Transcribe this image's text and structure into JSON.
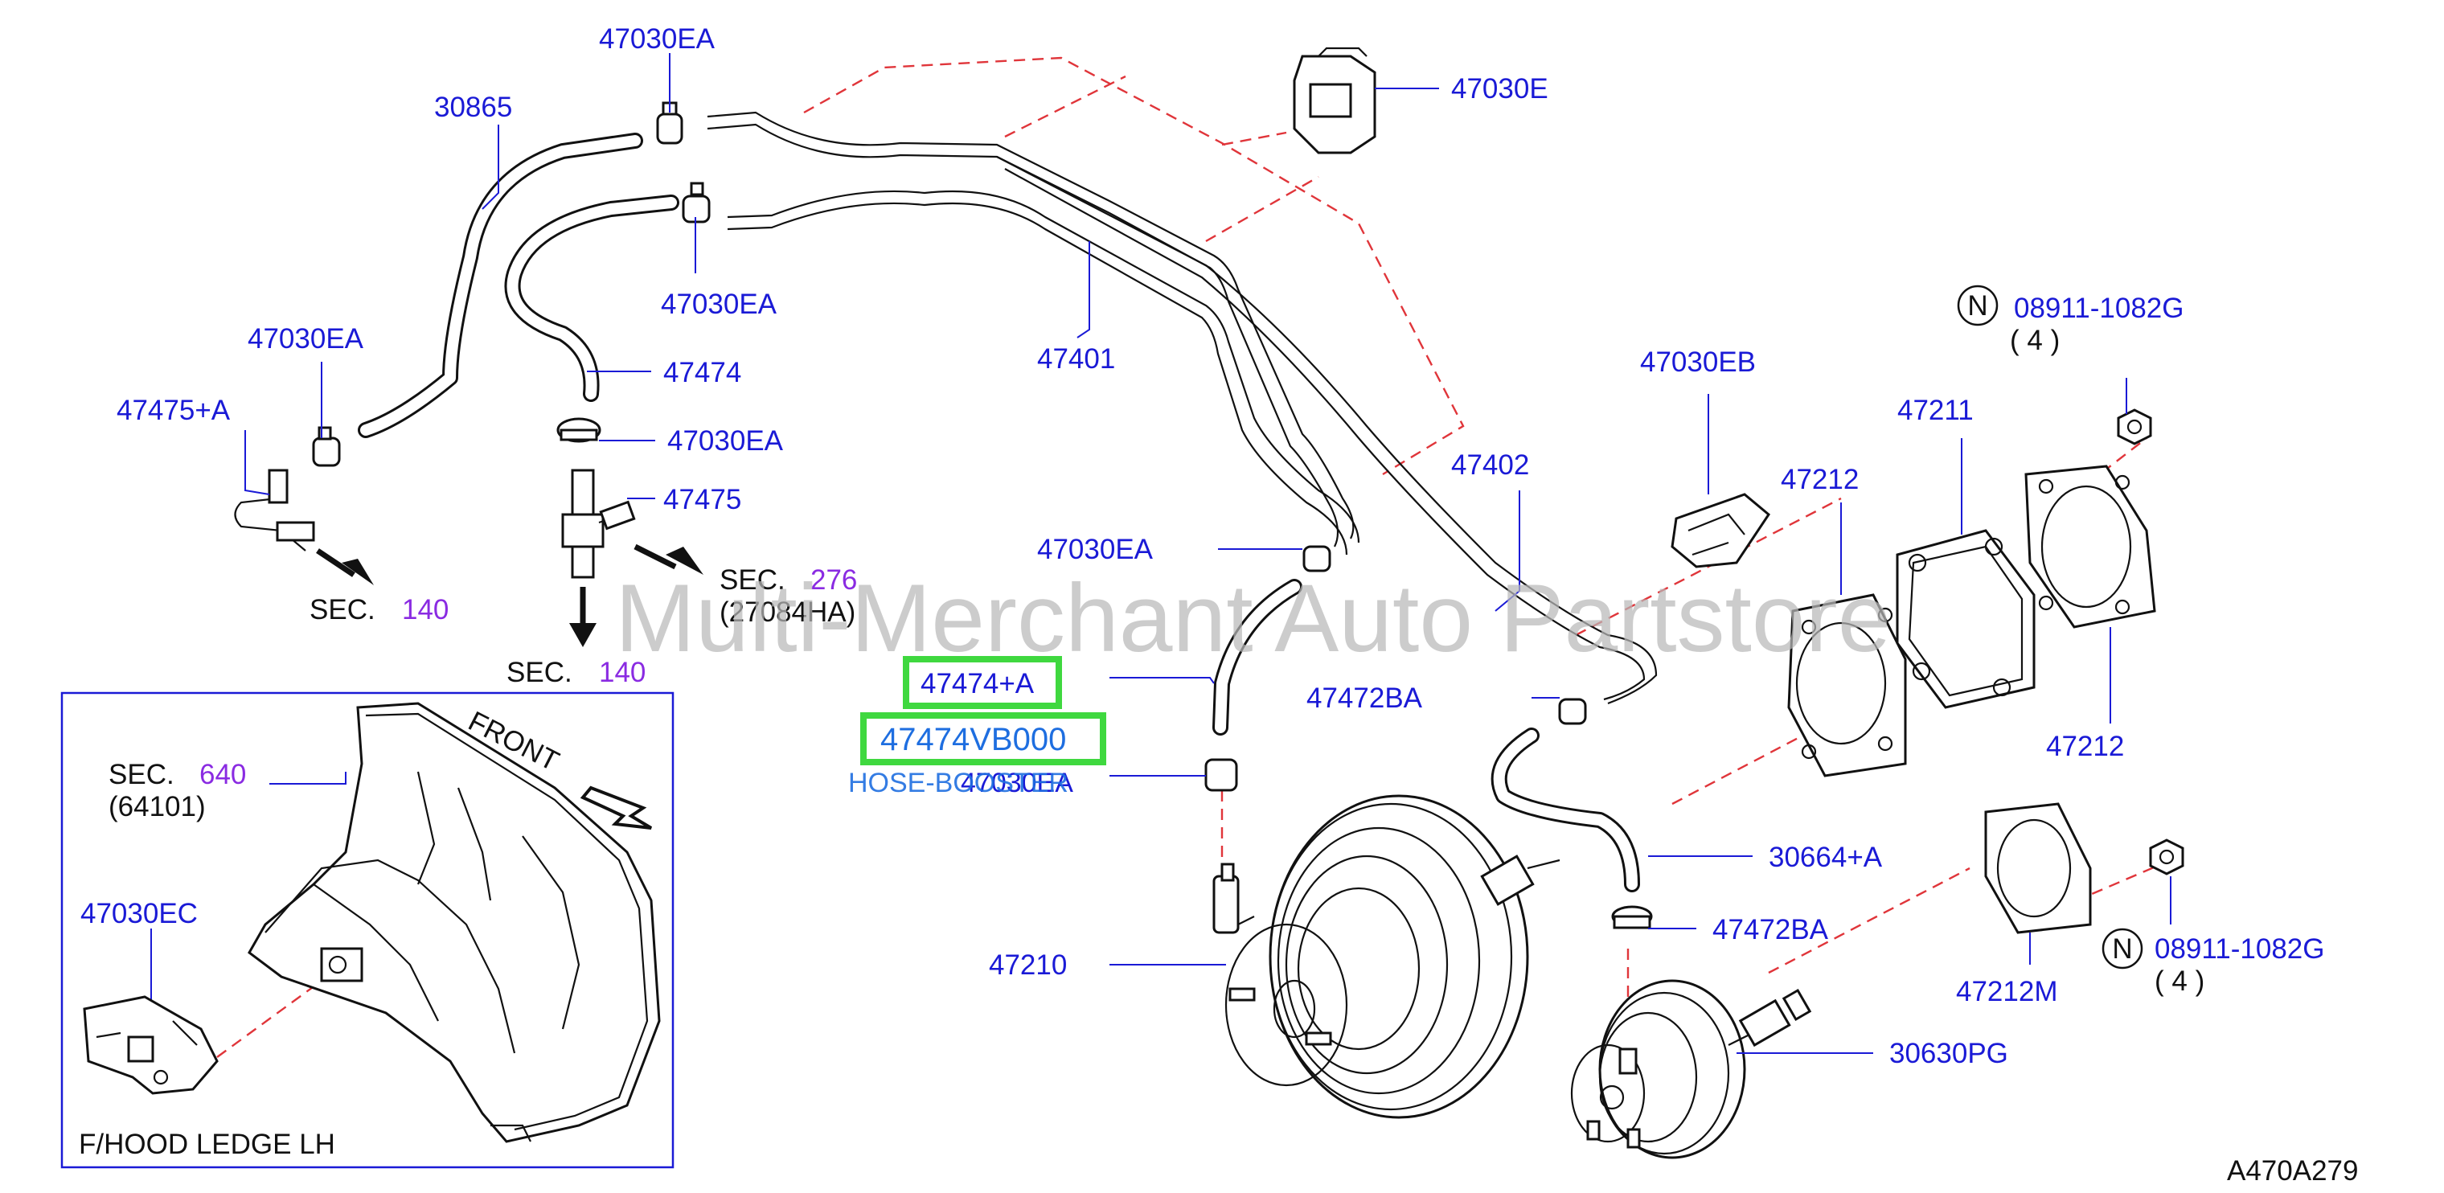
{
  "diagram": {
    "part_labels": {
      "p47030EA_1": "47030EA",
      "p47030EA_2": "47030EA",
      "p47030EA_3": "47030EA",
      "p47030EA_4": "47030EA",
      "p47030EA_5": "47030EA",
      "p47030E": "47030E",
      "p30865": "30865",
      "p47475A": "47475+A",
      "p47474": "47474",
      "p47475": "47475",
      "p47401": "47401",
      "p47402": "47402",
      "p47030EB": "47030EB",
      "p08911_1": "08911-1082G",
      "p08911_2": "08911-1082G",
      "p47211": "47211",
      "p47212_1": "47212",
      "p47212_2": "47212",
      "p47472BA_1": "47472BA",
      "p47472BA_2": "47472BA",
      "p30664A": "30664+A",
      "p47210": "47210",
      "p47212M": "47212M",
      "p30630PG": "30630PG",
      "p47030EC": "47030EC"
    },
    "quantities": {
      "q1": "( 4 )",
      "q2": "( 4 )"
    },
    "n_marks": {
      "n1": "N",
      "n2": "N"
    },
    "sections": {
      "sec_prefix": "SEC.",
      "sec140": "140",
      "sec276": "276",
      "sec640": "640",
      "ref27084HA": "(27084HA)",
      "ref64101": "(64101)"
    },
    "highlight": {
      "part": "47474+A",
      "part_number": "47474VB000",
      "description": "HOSE-BOOSTER",
      "overlap_label": "47030EA"
    },
    "inset": {
      "front_label": "FRONT",
      "caption": "F/HOOD   LEDGE   LH"
    },
    "diagram_code": "A470A279",
    "watermark": "Multi-Merchant Auto Partstore"
  },
  "colors": {
    "label_blue": "#1a1ad6",
    "section_purple": "#8a2be2",
    "leader_red_dashed": "#e0353a",
    "highlight_green": "#3fd83f",
    "highlight_text_blue": "#1e6ee0"
  }
}
